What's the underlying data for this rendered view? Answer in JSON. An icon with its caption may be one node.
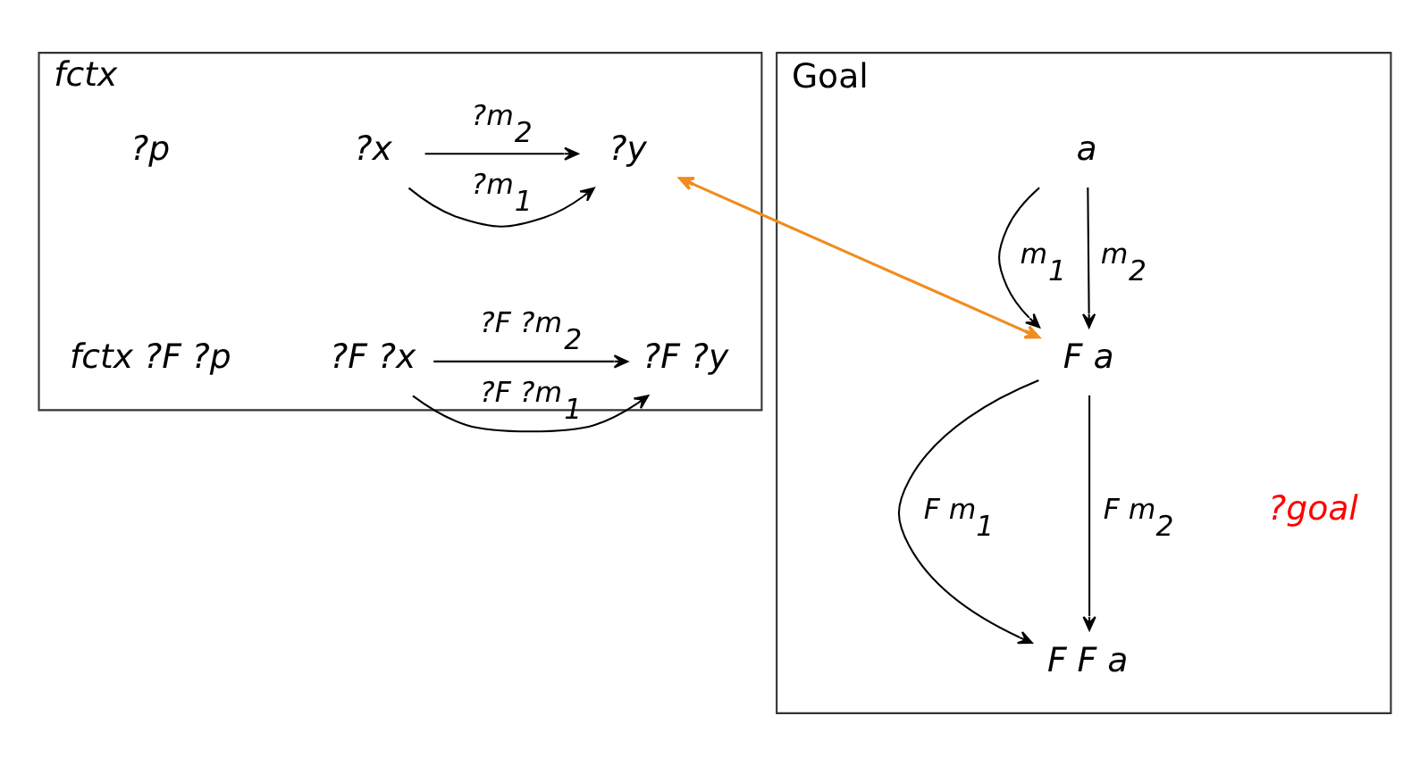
{
  "diagram": {
    "nodes": [
      {
        "text": [
          "fctx"
        ]
      },
      {
        "text": [
          "?x"
        ],
        "in": 0
      },
      {
        "text": [
          "?y"
        ],
        "in": 0
      },
      {
        "text": [
          "?F ?x"
        ],
        "in": 0
      },
      {
        "text": [
          "?F ?y"
        ],
        "in": 0
      },
      {
        "text": [
          "Goal"
        ]
      },
      {
        "text": [
          "a"
        ],
        "in": 5
      },
      {
        "text": [
          "F a"
        ],
        "in": 5
      },
      {
        "text": [
          "F F a"
        ],
        "in": 5
      }
    ],
    "edges": [
      {
        "from": 1,
        "to": 2,
        "arrow": "to",
        "label": "?m$_{2}$"
      },
      {
        "from": 1,
        "to": 2,
        "arrow": "to",
        "label": "?m$_{1}$"
      },
      {
        "from": 3,
        "to": 4,
        "arrow": "to",
        "label": "?F ?m$_{2}$"
      },
      {
        "from": 3,
        "to": 4,
        "arrow": "to",
        "label": "?F ?m$_{1}$"
      },
      {
        "from": 6,
        "to": 7,
        "arrow": "to",
        "label": "m$_{1}$"
      },
      {
        "from": 6,
        "to": 7,
        "arrow": "to",
        "label": "m$_{2}$"
      },
      {
        "from": 7,
        "to": 8,
        "arrow": "to",
        "label": "F m$_{1}$"
      },
      {
        "from": 7,
        "to": 8,
        "arrow": "to",
        "label": "F m$_{2}$"
      },
      {
        "from": 2,
        "to": 7,
        "arrow": "both",
        "color": "#f08c1e"
      }
    ],
    "labels": [
      "?p",
      "fctx ?F ?p",
      "?goal"
    ]
  }
}
